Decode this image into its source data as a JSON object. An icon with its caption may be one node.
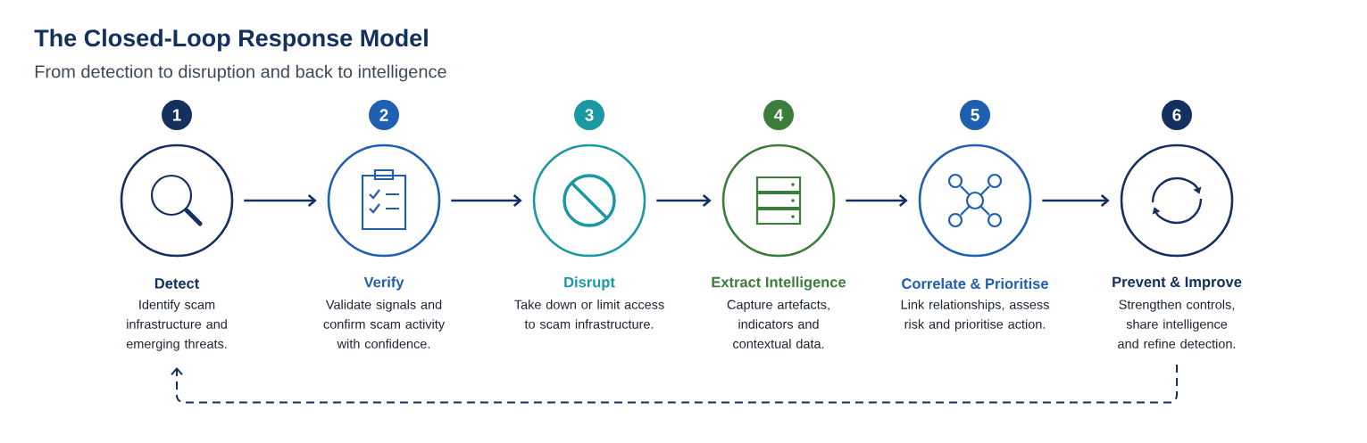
{
  "diagram": {
    "title": "The Closed-Loop Response Model",
    "caption": "From detection to disruption and back to intelligence",
    "nodes": [
      {
        "text": [
          "Detect",
          "Identify scam infrastructure and emerging threats."
        ],
        "beside": [
          "1"
        ]
      },
      {
        "text": [
          "Verify",
          "Validate signals and confirm scam activity with confidence."
        ],
        "beside": [
          "2"
        ]
      },
      {
        "text": [
          "Disrupt",
          "Take down or limit access to scam infrastructure."
        ],
        "beside": [
          "3"
        ]
      },
      {
        "text": [
          "Extract Intelligence",
          "Capture artefacts, indicators and contextual data."
        ],
        "beside": [
          "4"
        ]
      },
      {
        "text": [
          "Correlate & Prioritise",
          "Link relationships, assess risk and prioritise action."
        ],
        "beside": [
          "5"
        ]
      },
      {
        "text": [
          "Prevent & Improve",
          "Strengthen controls, share intelligence and refine detection."
        ],
        "beside": [
          "6"
        ]
      }
    ],
    "edges": [
      {
        "from": 0,
        "to": 1,
        "arrow": "to"
      },
      {
        "from": 1,
        "to": 2,
        "arrow": "to"
      },
      {
        "from": 2,
        "to": 3,
        "arrow": "to"
      },
      {
        "from": 3,
        "to": 4,
        "arrow": "to"
      },
      {
        "from": 4,
        "to": 5,
        "arrow": "to"
      },
      {
        "from": 5,
        "to": 0,
        "arrow": "to",
        "style": "dashed"
      }
    ]
  }
}
